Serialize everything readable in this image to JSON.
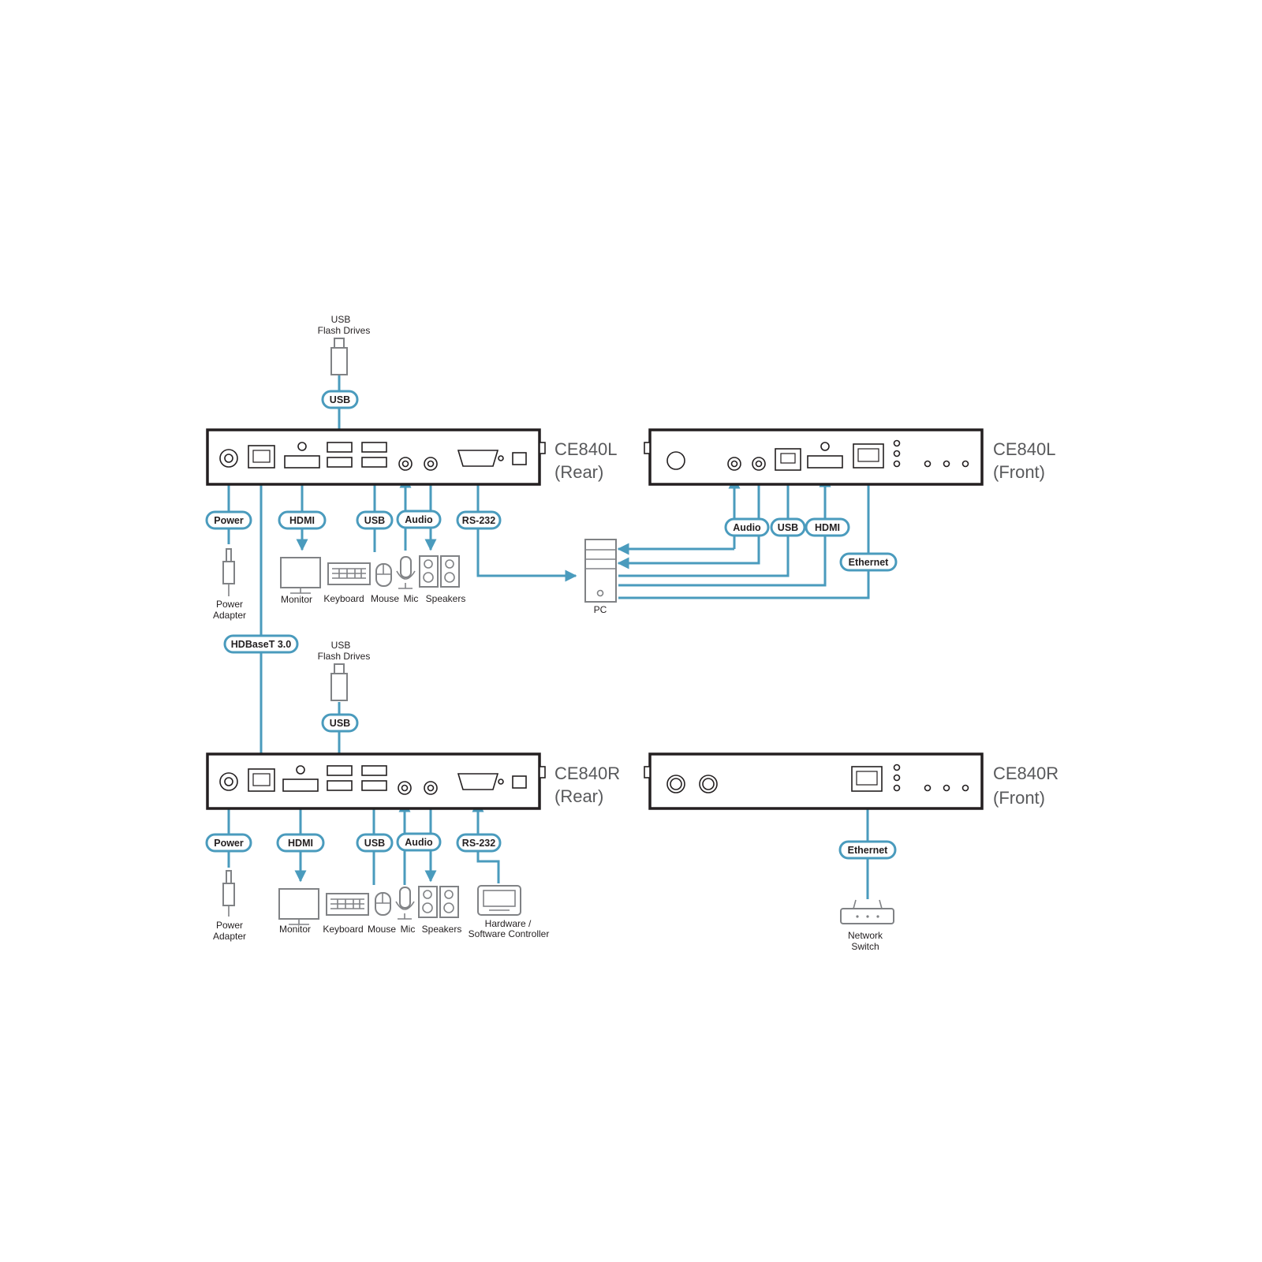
{
  "units": {
    "local_rear": {
      "model": "CE840L",
      "side": "(Rear)"
    },
    "local_front": {
      "model": "CE840L",
      "side": "(Front)"
    },
    "remote_rear": {
      "model": "CE840R",
      "side": "(Rear)"
    },
    "remote_front": {
      "model": "CE840R",
      "side": "(Front)"
    }
  },
  "pills": {
    "usb": "USB",
    "power": "Power",
    "hdmi": "HDMI",
    "audio": "Audio",
    "rs232": "RS-232",
    "ethernet": "Ethernet",
    "hdbaset": "HDBaseT 3.0"
  },
  "devices": {
    "usb_flash_l1": "USB",
    "usb_flash_l2": "Flash Drives",
    "power_adapter_l1": "Power",
    "power_adapter_l2": "Adapter",
    "monitor": "Monitor",
    "keyboard": "Keyboard",
    "mouse": "Mouse",
    "mic": "Mic",
    "speakers": "Speakers",
    "pc": "PC",
    "controller_l1": "Hardware /",
    "controller_l2": "Software Controller",
    "switch_l1": "Network",
    "switch_l2": "Switch"
  },
  "colors": {
    "wire": "#4a9bbd",
    "unit_outline": "#231f20",
    "device_outline": "#808285"
  }
}
